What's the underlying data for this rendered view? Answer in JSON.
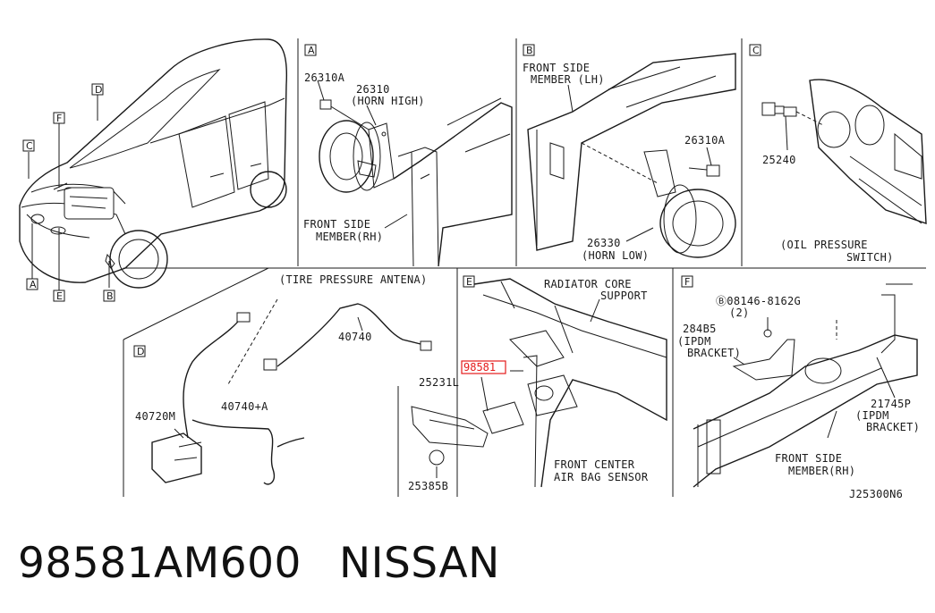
{
  "diagram": {
    "car_callouts": [
      "D",
      "F",
      "C",
      "A",
      "E",
      "B"
    ],
    "panel_A": {
      "letter": "A",
      "labels": [
        "26310A",
        "26310",
        "(HORN HIGH)",
        "FRONT SIDE",
        "MEMBER(RH)"
      ]
    },
    "panel_B": {
      "letter": "B",
      "labels": [
        "FRONT SIDE",
        "MEMBER (LH)",
        "26310A",
        "26330",
        "(HORN LOW)"
      ]
    },
    "panel_C": {
      "letter": "C",
      "labels": [
        "25240",
        "(OIL PRESSURE",
        "SWITCH)"
      ]
    },
    "panel_D": {
      "letter": "D",
      "labels": [
        "(TIRE PRESSURE ANTENA)",
        "40740",
        "40720M",
        "40740+A"
      ]
    },
    "panel_E": {
      "letter": "E",
      "labels": [
        "RADIATOR CORE",
        "SUPPORT",
        "98581",
        "25231L",
        "25385B",
        "FRONT CENTER",
        "AIR BAG SENSOR"
      ],
      "highlight_color": "#e41b1b"
    },
    "panel_F": {
      "letter": "F",
      "labels": [
        "Ⓑ08146-8162G",
        "(2)",
        "284B5",
        "(IPDM",
        "BRACKET)",
        "21745P",
        "(IPDM",
        "BRACKET)",
        "FRONT SIDE",
        "MEMBER(RH)"
      ]
    },
    "diagram_code": "J25300N6"
  },
  "caption": {
    "part_number": "98581AM600",
    "brand": "NISSAN"
  }
}
